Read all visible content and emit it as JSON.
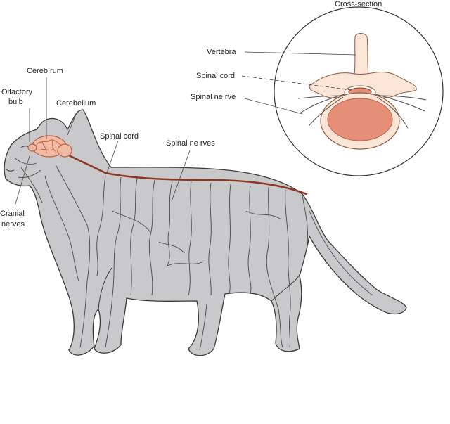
{
  "labels": {
    "cross_section": "Cross-section",
    "vertebra": "Vertebra",
    "spinal_cord_inset": "Spinal cord",
    "spinal_nerve_inset": "Spinal ne rve",
    "cerebrum": "Cereb rum",
    "olfactory_bulb_line1": "Olfactory",
    "olfactory_bulb_line2": "bulb",
    "cerebellum": "Cerebellum",
    "spinal_cord_body": "Spinal cord",
    "spinal_nerves_body": "Spinal ne rves",
    "cranial_nerves_line1": "Cranial",
    "cranial_nerves_line2": "nerves"
  },
  "colors": {
    "body_fill": "#c9c9cb",
    "body_stroke": "#3a3a3a",
    "nerve": "#4a4a4a",
    "spinal_cord": "#8b3a22",
    "brain_fill": "#f2b9a3",
    "brain_stroke": "#b5624a",
    "bone_fill": "#fbe5d6",
    "disc_fill": "#e58f78",
    "label_text": "#222222",
    "leader_line": "#444444"
  }
}
